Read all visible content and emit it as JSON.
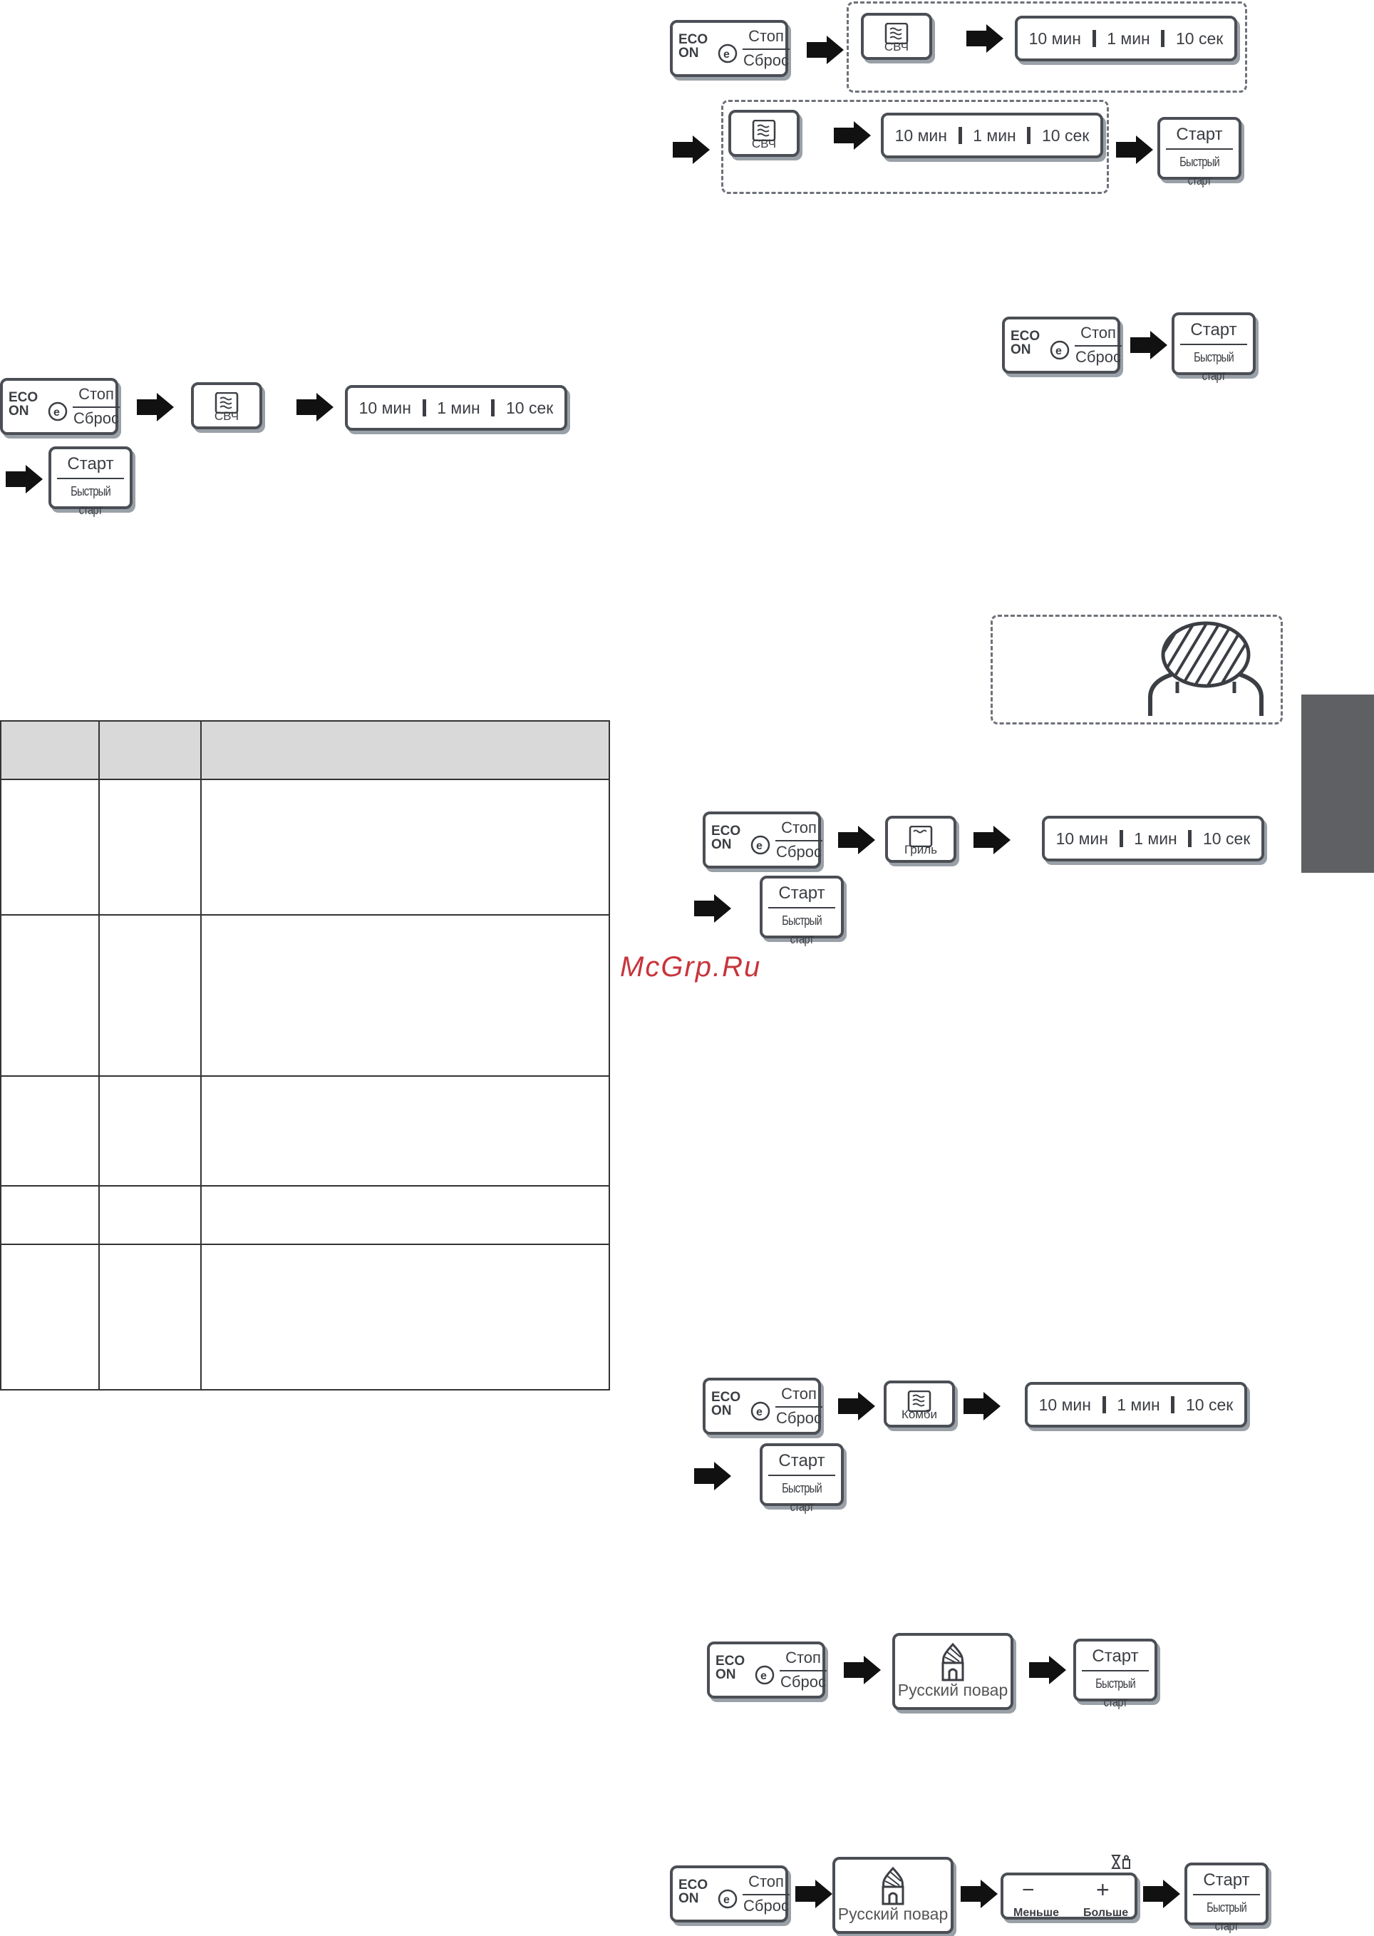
{
  "labels": {
    "eco_top": "ECO",
    "eco_bottom": "ON",
    "stop": "Стоп",
    "reset": "Сброс",
    "start": "Старт",
    "quick_start": "Быстрый старт",
    "microwave": "СВЧ",
    "grill": "Гриль",
    "combi": "Комби",
    "russian_chef": "Русский повар",
    "less": "Меньше",
    "more": "Больше",
    "t10m": "10 мин",
    "t1m": "1 мин",
    "t10s": "10 сек"
  },
  "watermark": "McGrp.Ru",
  "colors": {
    "button_border": "#4b4f55",
    "side_tab": "#5f6064",
    "table_header": "#d9d9d9",
    "watermark": "#c8343b"
  }
}
